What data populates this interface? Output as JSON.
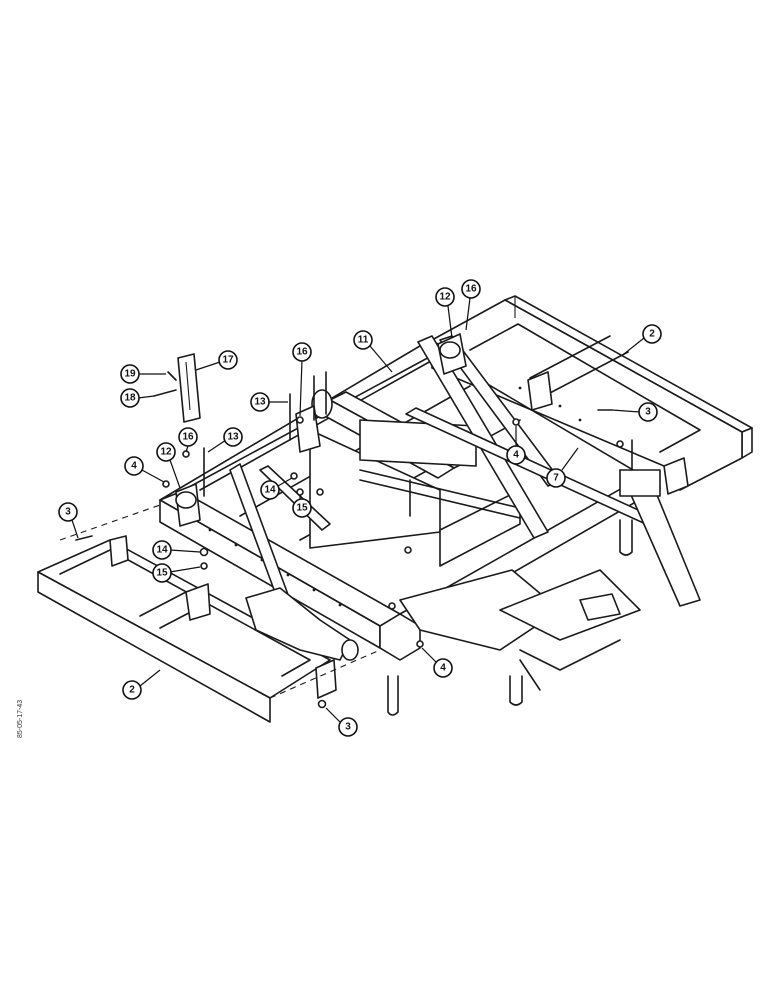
{
  "diagram": {
    "document_ref": "85-05-17-43",
    "callouts": [
      {
        "id": "c2a",
        "label": "2"
      },
      {
        "id": "c2b",
        "label": "2"
      },
      {
        "id": "c3a",
        "label": "3"
      },
      {
        "id": "c3b",
        "label": "3"
      },
      {
        "id": "c3c",
        "label": "3"
      },
      {
        "id": "c4a",
        "label": "4"
      },
      {
        "id": "c4b",
        "label": "4"
      },
      {
        "id": "c4c",
        "label": "4"
      },
      {
        "id": "c7",
        "label": "7"
      },
      {
        "id": "c11",
        "label": "11"
      },
      {
        "id": "c12a",
        "label": "12"
      },
      {
        "id": "c12b",
        "label": "12"
      },
      {
        "id": "c13a",
        "label": "13"
      },
      {
        "id": "c13b",
        "label": "13"
      },
      {
        "id": "c14a",
        "label": "14"
      },
      {
        "id": "c14b",
        "label": "14"
      },
      {
        "id": "c15a",
        "label": "15"
      },
      {
        "id": "c15b",
        "label": "15"
      },
      {
        "id": "c16a",
        "label": "16"
      },
      {
        "id": "c16b",
        "label": "16"
      },
      {
        "id": "c16c",
        "label": "16"
      },
      {
        "id": "c17",
        "label": "17"
      },
      {
        "id": "c18",
        "label": "18"
      },
      {
        "id": "c19",
        "label": "19"
      }
    ]
  }
}
